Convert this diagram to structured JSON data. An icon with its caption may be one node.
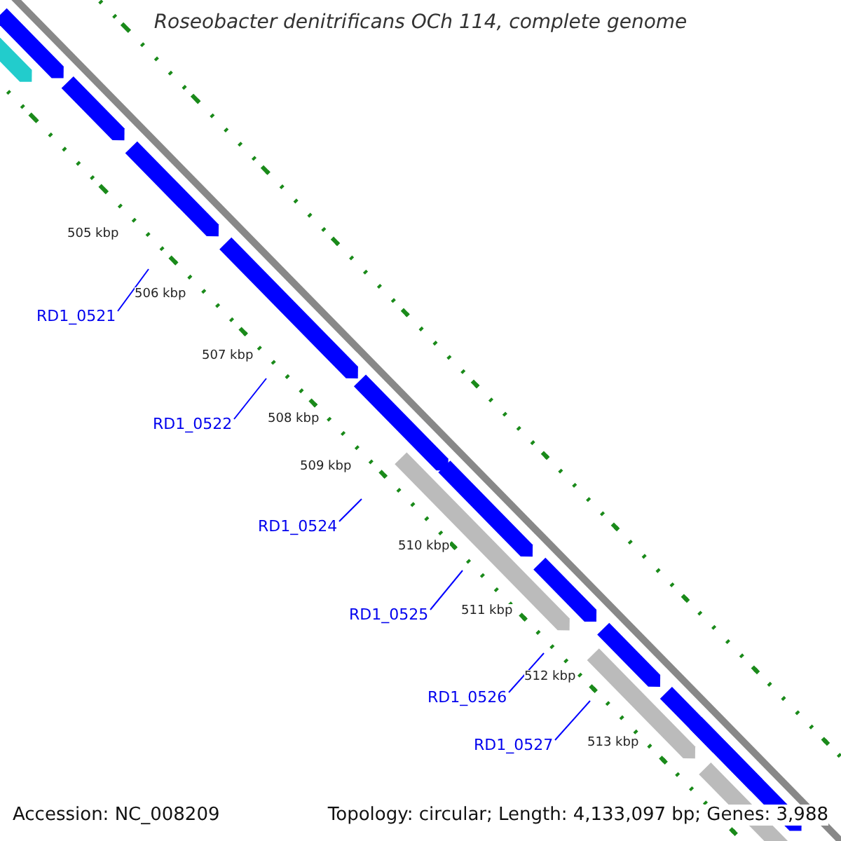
{
  "diagram": {
    "title": "Roseobacter denitrificans OCh 114, complete genome",
    "nodes": [
      {
        "text": [
          "RD1_0521"
        ]
      },
      {
        "text": [
          "RD1_0522"
        ]
      },
      {
        "text": [
          "RD1_0524"
        ]
      },
      {
        "text": [
          "RD1_0525"
        ]
      },
      {
        "text": [
          "RD1_0526"
        ]
      },
      {
        "text": [
          "RD1_0527"
        ]
      }
    ],
    "edges": [
      {
        "from": 0,
        "to": null,
        "arrow": "none"
      },
      {
        "from": 1,
        "to": null,
        "arrow": "none"
      },
      {
        "from": 2,
        "to": null,
        "arrow": "none"
      },
      {
        "from": 3,
        "to": null,
        "arrow": "none"
      },
      {
        "from": 4,
        "to": null,
        "arrow": "none"
      },
      {
        "from": 5,
        "to": null,
        "arrow": "none"
      }
    ],
    "labels": [
      "505 kbp",
      "506 kbp",
      "507 kbp",
      "508 kbp",
      "509 kbp",
      "510 kbp",
      "511 kbp",
      "512 kbp",
      "513 kbp",
      "Accession: NC_008209",
      "Topology: circular; Length: 4,133,097 bp; Genes: 3,988"
    ]
  }
}
